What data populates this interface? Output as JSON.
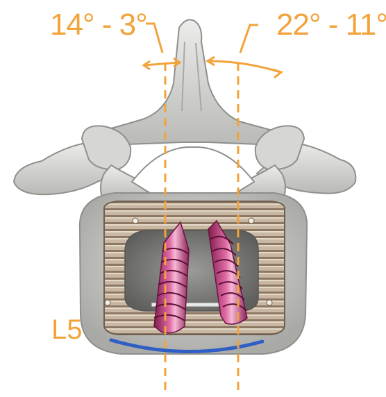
{
  "annotations": {
    "left_angle_range": "14° - 3°",
    "right_angle_range": "22° - 11°",
    "vertebra_level": "L5"
  },
  "colors": {
    "annotation": "#f2a33a",
    "bone": "#d9d9d6",
    "bone_shadow": "#9d9d9a",
    "cage": "#b8a48e",
    "cage_ridge": "#8a7560",
    "screw": "#c2397a",
    "screw_highlight": "#f0a5c8",
    "endplate_line": "#2f5fc4",
    "canal_cavity": "#7d7d7b"
  },
  "icons": [
    "vertebra-illustration",
    "interbody-cage",
    "pedicle-screw",
    "trajectory-line",
    "angle-arrow"
  ]
}
